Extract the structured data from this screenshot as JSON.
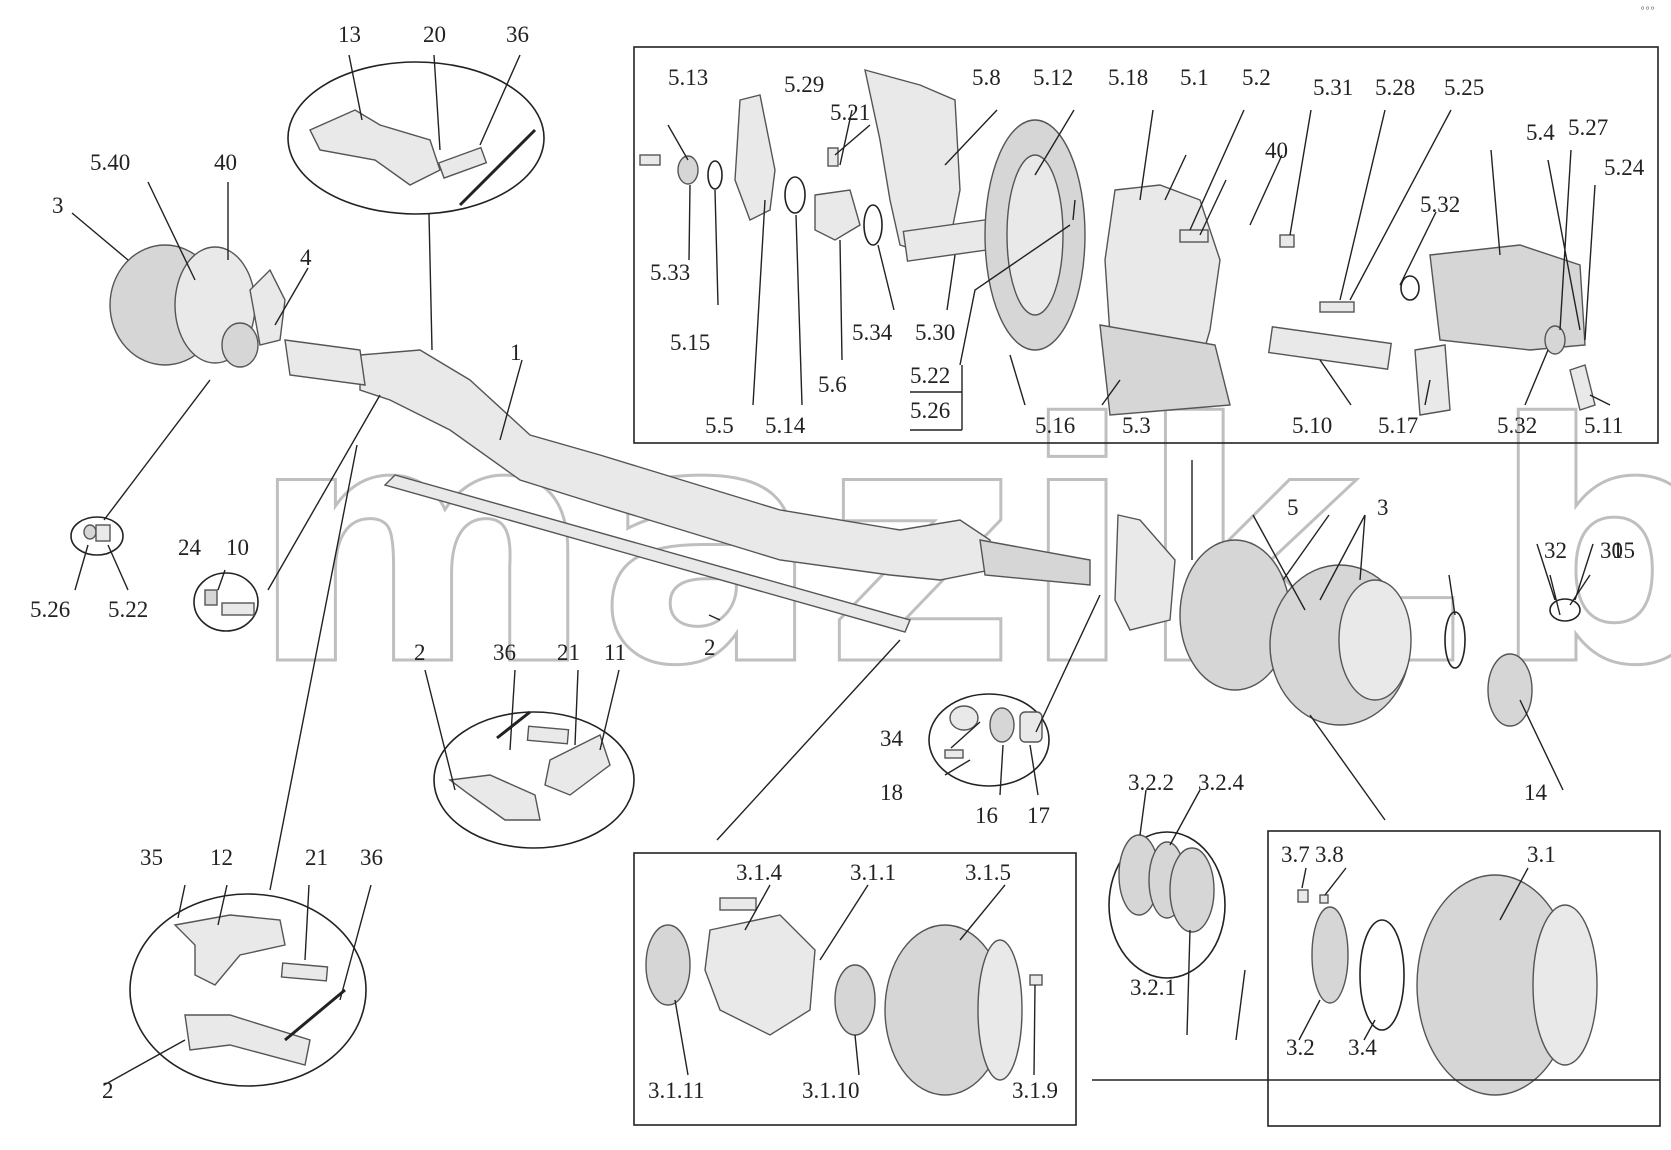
{
  "watermark": "mazik.by",
  "labels": {
    "l1": "1",
    "l2a": "2",
    "l2b": "2",
    "l2c": "2",
    "l3": "3",
    "l3b": "3",
    "l4": "4",
    "l5": "5",
    "l10": "10",
    "l11": "11",
    "l12": "12",
    "l13": "13",
    "l14": "14",
    "l15": "15",
    "l16": "16",
    "l17": "17",
    "l18": "18",
    "l20": "20",
    "l21a": "21",
    "l21b": "21",
    "l24": "24",
    "l30": "30",
    "l32": "32",
    "l34": "34",
    "l35": "35",
    "l36a": "36",
    "l36b": "36",
    "l36c": "36",
    "l40a": "40",
    "l40b": "40",
    "l5_1": "5.1",
    "l5_2": "5.2",
    "l5_3": "5.3",
    "l5_4": "5.4",
    "l5_5": "5.5",
    "l5_6": "5.6",
    "l5_8": "5.8",
    "l5_10": "5.10",
    "l5_11": "5.11",
    "l5_12": "5.12",
    "l5_13": "5.13",
    "l5_14": "5.14",
    "l5_15": "5.15",
    "l5_16": "5.16",
    "l5_17": "5.17",
    "l5_18": "5.18",
    "l5_21": "5.21",
    "l5_22a": "5.22",
    "l5_22b": "5.22",
    "l5_24": "5.24",
    "l5_25": "5.25",
    "l5_26a": "5.26",
    "l5_26b": "5.26",
    "l5_27": "5.27",
    "l5_28": "5.28",
    "l5_29": "5.29",
    "l5_30": "5.30",
    "l5_31": "5.31",
    "l5_32a": "5.32",
    "l5_32b": "5.32",
    "l5_33": "5.33",
    "l5_34": "5.34",
    "l5_40": "5.40",
    "l3_1": "3.1",
    "l3_2": "3.2",
    "l3_4": "3.4",
    "l3_7": "3.7",
    "l3_8": "3.8",
    "l3_1_1": "3.1.1",
    "l3_1_4": "3.1.4",
    "l3_1_5": "3.1.5",
    "l3_1_9": "3.1.9",
    "l3_1_10": "3.1.10",
    "l3_1_11": "3.1.11",
    "l3_2_1": "3.2.1",
    "l3_2_2": "3.2.2",
    "l3_2_4": "3.2.4"
  },
  "colors": {
    "part_fill": "#e9e9e9",
    "part_shade": "#d6d6d6",
    "line": "#222222",
    "watermark": "#bfbfbf"
  }
}
